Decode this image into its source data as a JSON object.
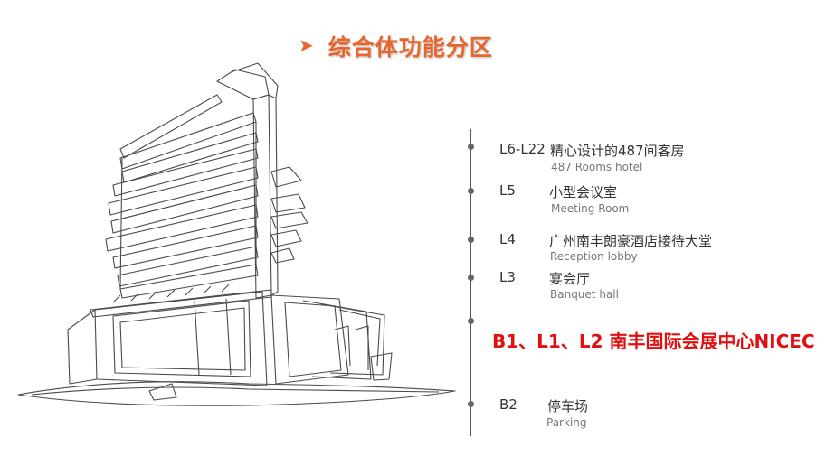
{
  "title": {
    "text": "综合体功能分区",
    "arrow_icon": "triangle-right",
    "color": "#e8652b"
  },
  "floors": [
    {
      "code": "L6-L22",
      "name_cn": "精心设计的487间客房",
      "name_en": "487 Rooms hotel"
    },
    {
      "code": "L5",
      "name_cn": "小型会议室",
      "name_en": "Meeting Room"
    },
    {
      "code": "L4",
      "name_cn": "广州南丰朗豪酒店接待大堂",
      "name_en": "Reception lobby"
    },
    {
      "code": "L3",
      "name_cn": "宴会厅",
      "name_en": "Banquet hall"
    },
    {
      "code": "B2",
      "name_cn": "停车场",
      "name_en": "Parking"
    }
  ],
  "highlight": {
    "text": "B1、L1、L2 南丰国际会展中心NICEC",
    "color": "#e01010"
  },
  "illustration": {
    "icon": "building-sketch-icon"
  }
}
